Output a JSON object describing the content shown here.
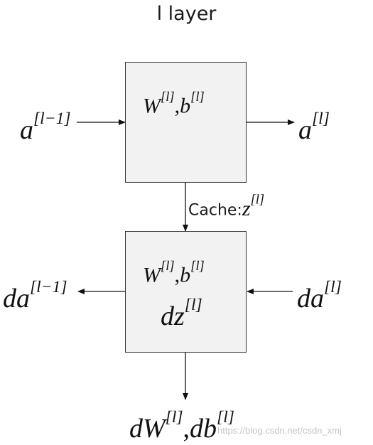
{
  "title": "l layer",
  "forward": {
    "input": {
      "base": "a",
      "sup": "[l−1]"
    },
    "params": {
      "w": "W",
      "w_sup": "[l]",
      "sep": ",",
      "b": "b",
      "b_sup": "[l]"
    },
    "output": {
      "base": "a",
      "sup": "[l]"
    }
  },
  "cache": {
    "label": "Cache:",
    "base": "z",
    "sup": "[l]"
  },
  "backward": {
    "input": {
      "base": "da",
      "sup": "[l]"
    },
    "params": {
      "w": "W",
      "w_sup": "[l]",
      "sep": ",",
      "b": "b",
      "b_sup": "[l]"
    },
    "dz": {
      "base": "dz",
      "sup": "[l]"
    },
    "output": {
      "base": "da",
      "sup": "[l−1]"
    },
    "grads": {
      "dw": "dW",
      "dw_sup": "[l]",
      "sep": ",",
      "db": "db",
      "db_sup": "[l]"
    }
  },
  "watermark": "https://blog.csdn.net/csdn_xmj"
}
